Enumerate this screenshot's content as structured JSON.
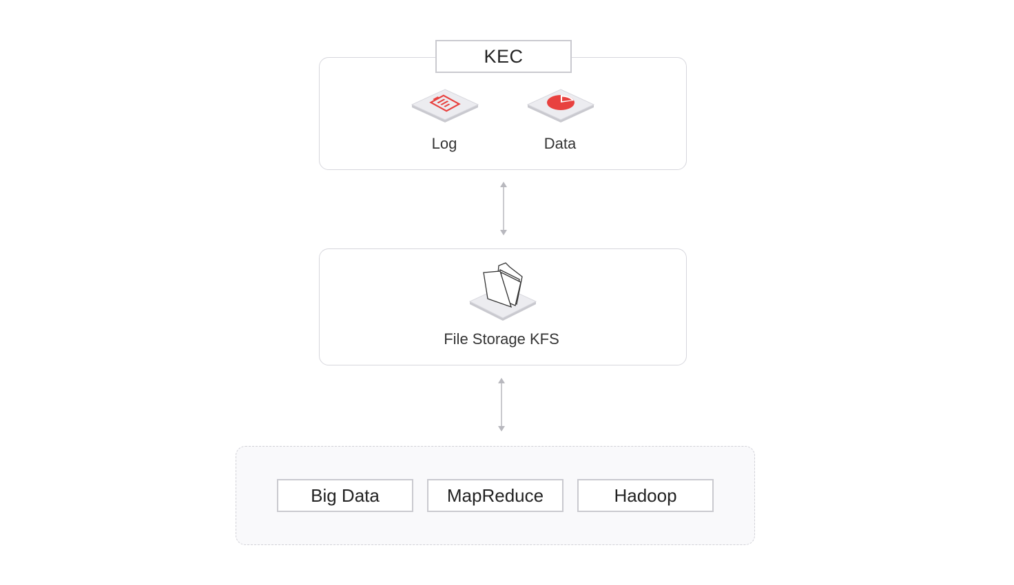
{
  "top_group": {
    "title": "KEC",
    "items": [
      {
        "label": "Log",
        "icon": "log-document-icon"
      },
      {
        "label": "Data",
        "icon": "pie-chart-icon"
      }
    ]
  },
  "middle_group": {
    "label": "File Storage KFS",
    "icon": "folder-files-icon"
  },
  "bottom_group": {
    "tags": [
      "Big Data",
      "MapReduce",
      "Hadoop"
    ]
  },
  "colors": {
    "accent_red": "#e8413f",
    "border": "#d6d6dc",
    "arrow": "#b8b8be"
  }
}
